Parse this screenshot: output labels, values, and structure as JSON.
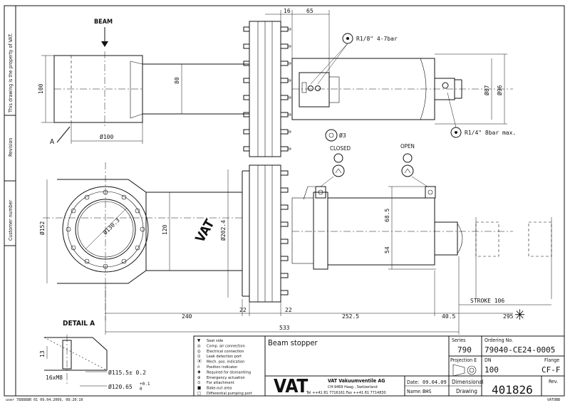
{
  "sidebar": {
    "property_note": "This drawing is the property of VAT.",
    "revision_label": "Revision",
    "customer_number_label": "Customer number"
  },
  "labels": {
    "beam": "BEAM",
    "section_a": "A",
    "detail_a": "DETAIL A",
    "closed": "CLOSED",
    "open": "OPEN",
    "port_top": "R1/8\" 4-7bar",
    "port_side": "R1/4\" 8bar max.",
    "bore_ref": "Ø3",
    "stroke": "STROKE 106",
    "vat_logo": "VAT"
  },
  "dimensions": {
    "top_16": "16",
    "top_65": "65",
    "dia_100_vert": "100",
    "dia_80": "80",
    "dia_100_horz": "Ø100",
    "dia_87": "Ø87",
    "dia_96": "Ø96",
    "dia_152": "Ø152",
    "dia_130_3": "Ø130.3",
    "dia_120": "120",
    "dia_202_4": "Ø202.4",
    "dim_68_5": "68.5",
    "dim_54": "54",
    "dim_240": "240",
    "dim_22a": "22",
    "dim_22b": "22",
    "dim_252_5": "252.5",
    "dim_40_5": "40.5",
    "dim_295": "295",
    "dim_533": "533",
    "dim_13": "13",
    "thread_16xm8": "16xM8",
    "dia_115_5": "Ø115.5± 0.2",
    "dia_120_65": "Ø120.65",
    "tol_120_65_top": "+0.1",
    "tol_120_65_bot": "0"
  },
  "legend": [
    {
      "symbol": "▼",
      "text": "Seat side"
    },
    {
      "symbol": "◎",
      "text": "Comp. air connection"
    },
    {
      "symbol": "◎",
      "text": "Electrical connection"
    },
    {
      "symbol": "⊙",
      "text": "Leak detection port"
    },
    {
      "symbol": "⦿",
      "text": "Mech. pos. indication"
    },
    {
      "symbol": "∩",
      "text": "Position indicator"
    },
    {
      "symbol": "✱",
      "text": "Required for dismantling"
    },
    {
      "symbol": "⊕",
      "text": "Emergency actuation"
    },
    {
      "symbol": "⊙",
      "text": "For attachment"
    },
    {
      "symbol": "■",
      "text": "Bake-out area"
    },
    {
      "symbol": "□",
      "text": "Differential pumping port"
    }
  ],
  "title_block": {
    "title": "Beam stopper",
    "series_label": "Series",
    "series": "790",
    "ordering_label": "Ordering No.",
    "ordering_no": "79040-CE24-0005",
    "projection_label": "Projection E",
    "dn_label": "DN",
    "flange_label": "Flange",
    "dn": "100",
    "flange": "CF-F",
    "company": "VAT Vakuumventile AG",
    "address": "CH-9469 Haag , Switzerland",
    "phone": "Tel ++41 81 7716161 Fax ++41 81 7714830",
    "date_label": "Date:",
    "date": "09.04.09",
    "name_label": "Name:",
    "name": "BHS",
    "dimensional_label": "Dimensional",
    "drawing_label": "Drawing",
    "drawing_no": "401826",
    "rev_label": "Rev."
  },
  "footer": {
    "left_note": "user 788888R 01 09.04.2009, 08:20:10",
    "right_code": "VATOBB"
  }
}
